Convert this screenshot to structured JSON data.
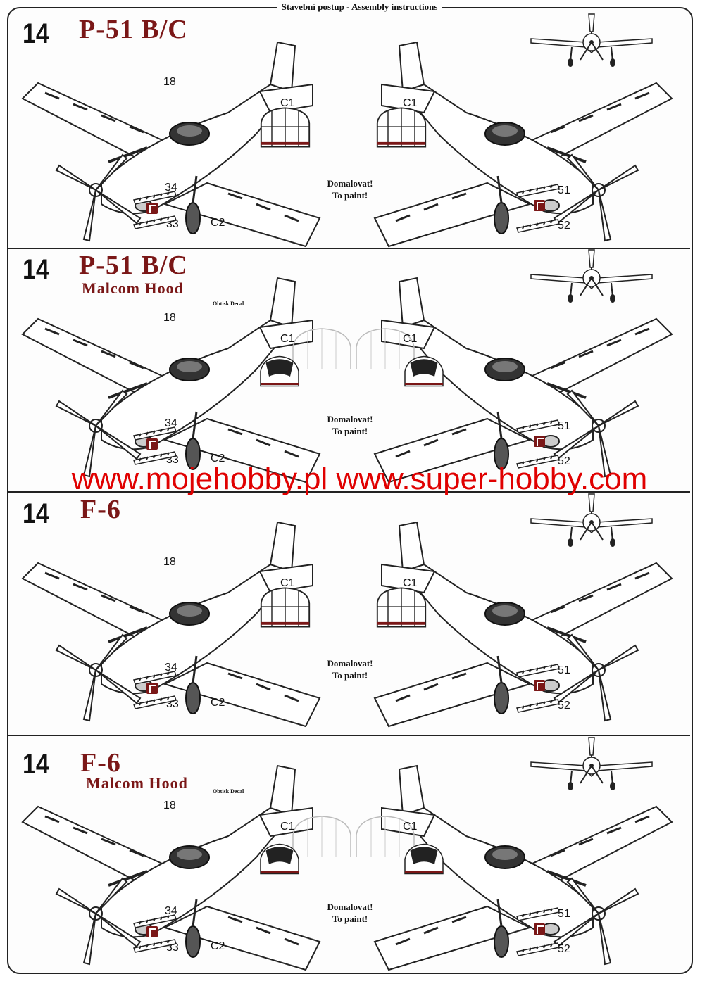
{
  "header": {
    "title": "Stavební postup - Assembly instructions"
  },
  "watermark": {
    "text": "www.mojehobby.pl www.super-hobby.com"
  },
  "sections": [
    {
      "step": "14",
      "title": "P-51 B/C",
      "subtitle": "",
      "part_18": "18",
      "part_c1": "C1",
      "part_c2": "C2",
      "part_34": "34",
      "part_33": "33",
      "part_51": "51",
      "part_52": "52",
      "paint_cz": "Domalovat!",
      "paint_en": "To paint!",
      "decal_label": ""
    },
    {
      "step": "14",
      "title": "P-51 B/C",
      "subtitle": "Malcom Hood",
      "part_18": "18",
      "part_c1": "C1",
      "part_c2": "C2",
      "part_34": "34",
      "part_33": "33",
      "part_51": "51",
      "part_52": "52",
      "paint_cz": "Domalovat!",
      "paint_en": "To paint!",
      "decal_label": "Obtisk Decal"
    },
    {
      "step": "14",
      "title": "F-6",
      "subtitle": "",
      "part_18": "18",
      "part_c1": "C1",
      "part_c2": "C2",
      "part_34": "34",
      "part_33": "33",
      "part_51": "51",
      "part_52": "52",
      "paint_cz": "Domalovat!",
      "paint_en": "To paint!",
      "decal_label": ""
    },
    {
      "step": "14",
      "title": "F-6",
      "subtitle": "Malcom Hood",
      "part_18": "18",
      "part_c1": "C1",
      "part_c2": "C2",
      "part_34": "34",
      "part_33": "33",
      "part_51": "51",
      "part_52": "52",
      "paint_cz": "Domalovat!",
      "paint_en": "To paint!",
      "decal_label": "Obtisk Decal"
    }
  ],
  "colors": {
    "accent": "#7a1717",
    "watermark": "#e00000",
    "ink": "#111111"
  },
  "icons": [
    "aircraft-left-icon",
    "aircraft-right-icon",
    "aircraft-front-view-icon",
    "canopy-icon",
    "optional-part-icon"
  ]
}
